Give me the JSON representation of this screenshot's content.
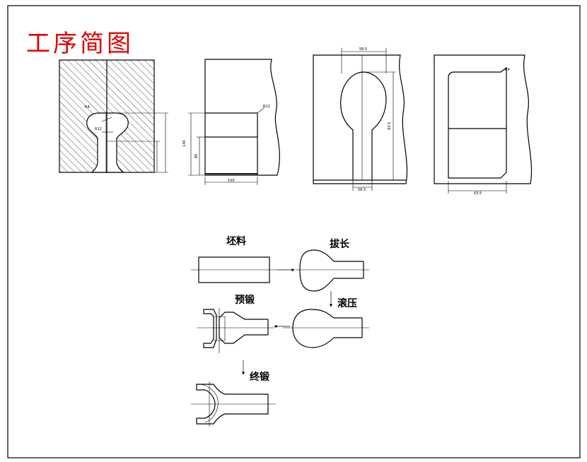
{
  "title": "工序简图",
  "colors": {
    "title": "#e00000",
    "ink": "#000000",
    "background": "#ffffff"
  },
  "process_labels": {
    "billet": "坯料",
    "draw_out": "拔长",
    "pre_forge": "预锻",
    "roll_press": "滚压",
    "final_forge": "终锻"
  },
  "dimensions": {
    "d1": "58.5",
    "d2": "58.5",
    "d3": "93.5",
    "d4": "63.5",
    "r1": "R12",
    "r2": "R4",
    "h1": "140",
    "h2": "80",
    "w1": "100"
  }
}
